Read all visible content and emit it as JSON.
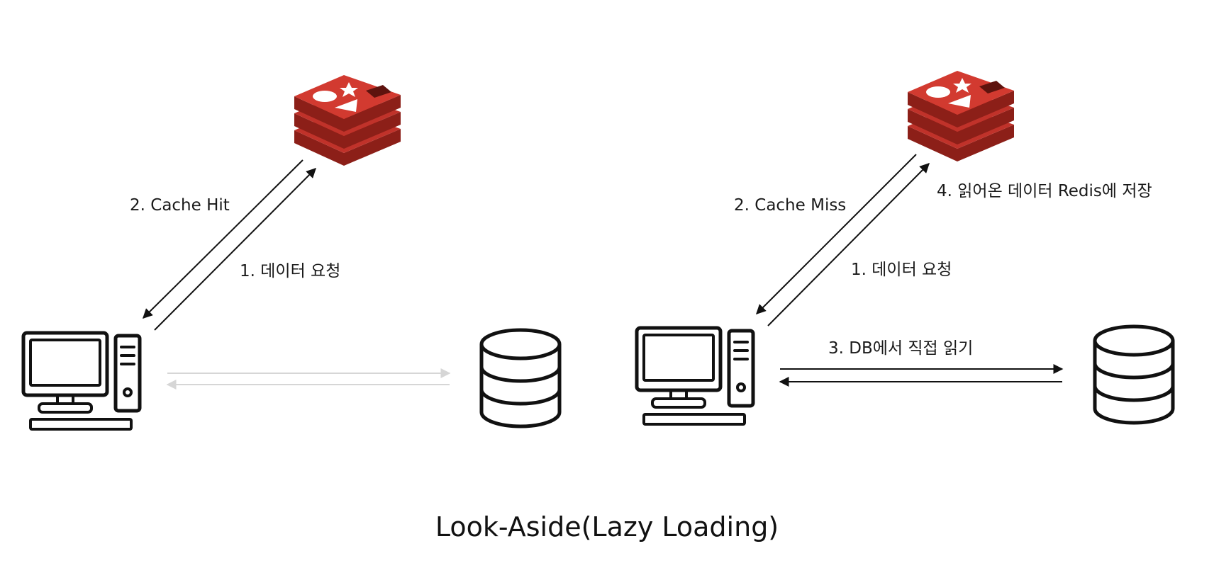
{
  "title": "Look-Aside(Lazy Loading)",
  "left_panel": {
    "cache_hit_label": "2. Cache Hit",
    "request_label": "1. 데이터 요청"
  },
  "right_panel": {
    "cache_miss_label": "2. Cache Miss",
    "store_label": "4. 읽어온 데이터 Redis에 저장",
    "request_label": "1. 데이터 요청",
    "db_read_label": "3. DB에서 직접 읽기"
  },
  "icons": {
    "cache": "redis-icon",
    "client": "computer-icon",
    "database": "database-icon"
  },
  "colors": {
    "redis_red": "#c0322a",
    "redis_dark": "#8c1f18",
    "line": "#111111",
    "faded_line": "#d6d6d6"
  }
}
